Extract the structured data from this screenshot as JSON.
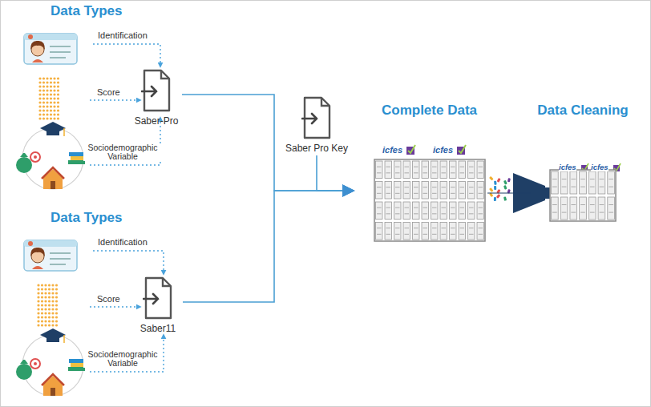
{
  "diagram": {
    "nodes": [
      {
        "text": [
          "Saber-Pro"
        ]
      },
      {
        "text": [
          "Saber11"
        ]
      },
      {
        "text": [
          "Saber Pro Key"
        ]
      },
      {
        "text": [
          "Complete Data"
        ]
      },
      {
        "text": [
          "Data Cleaning"
        ]
      }
    ],
    "edges": [
      {
        "from": 0,
        "to": 3,
        "arrow": "to"
      },
      {
        "from": 1,
        "to": 3,
        "arrow": "to"
      },
      {
        "from": 2,
        "to": 3,
        "arrow": "to"
      },
      {
        "from": 3,
        "to": 4,
        "arrow": "none"
      }
    ],
    "labels": [
      "Data Types",
      "Identification",
      "Score",
      "Sociodemographic Variable",
      "icfes",
      "icfes",
      "icfes",
      "icfes",
      "Data Types",
      "Identification",
      "Score",
      "Sociodemographic Variable"
    ]
  }
}
